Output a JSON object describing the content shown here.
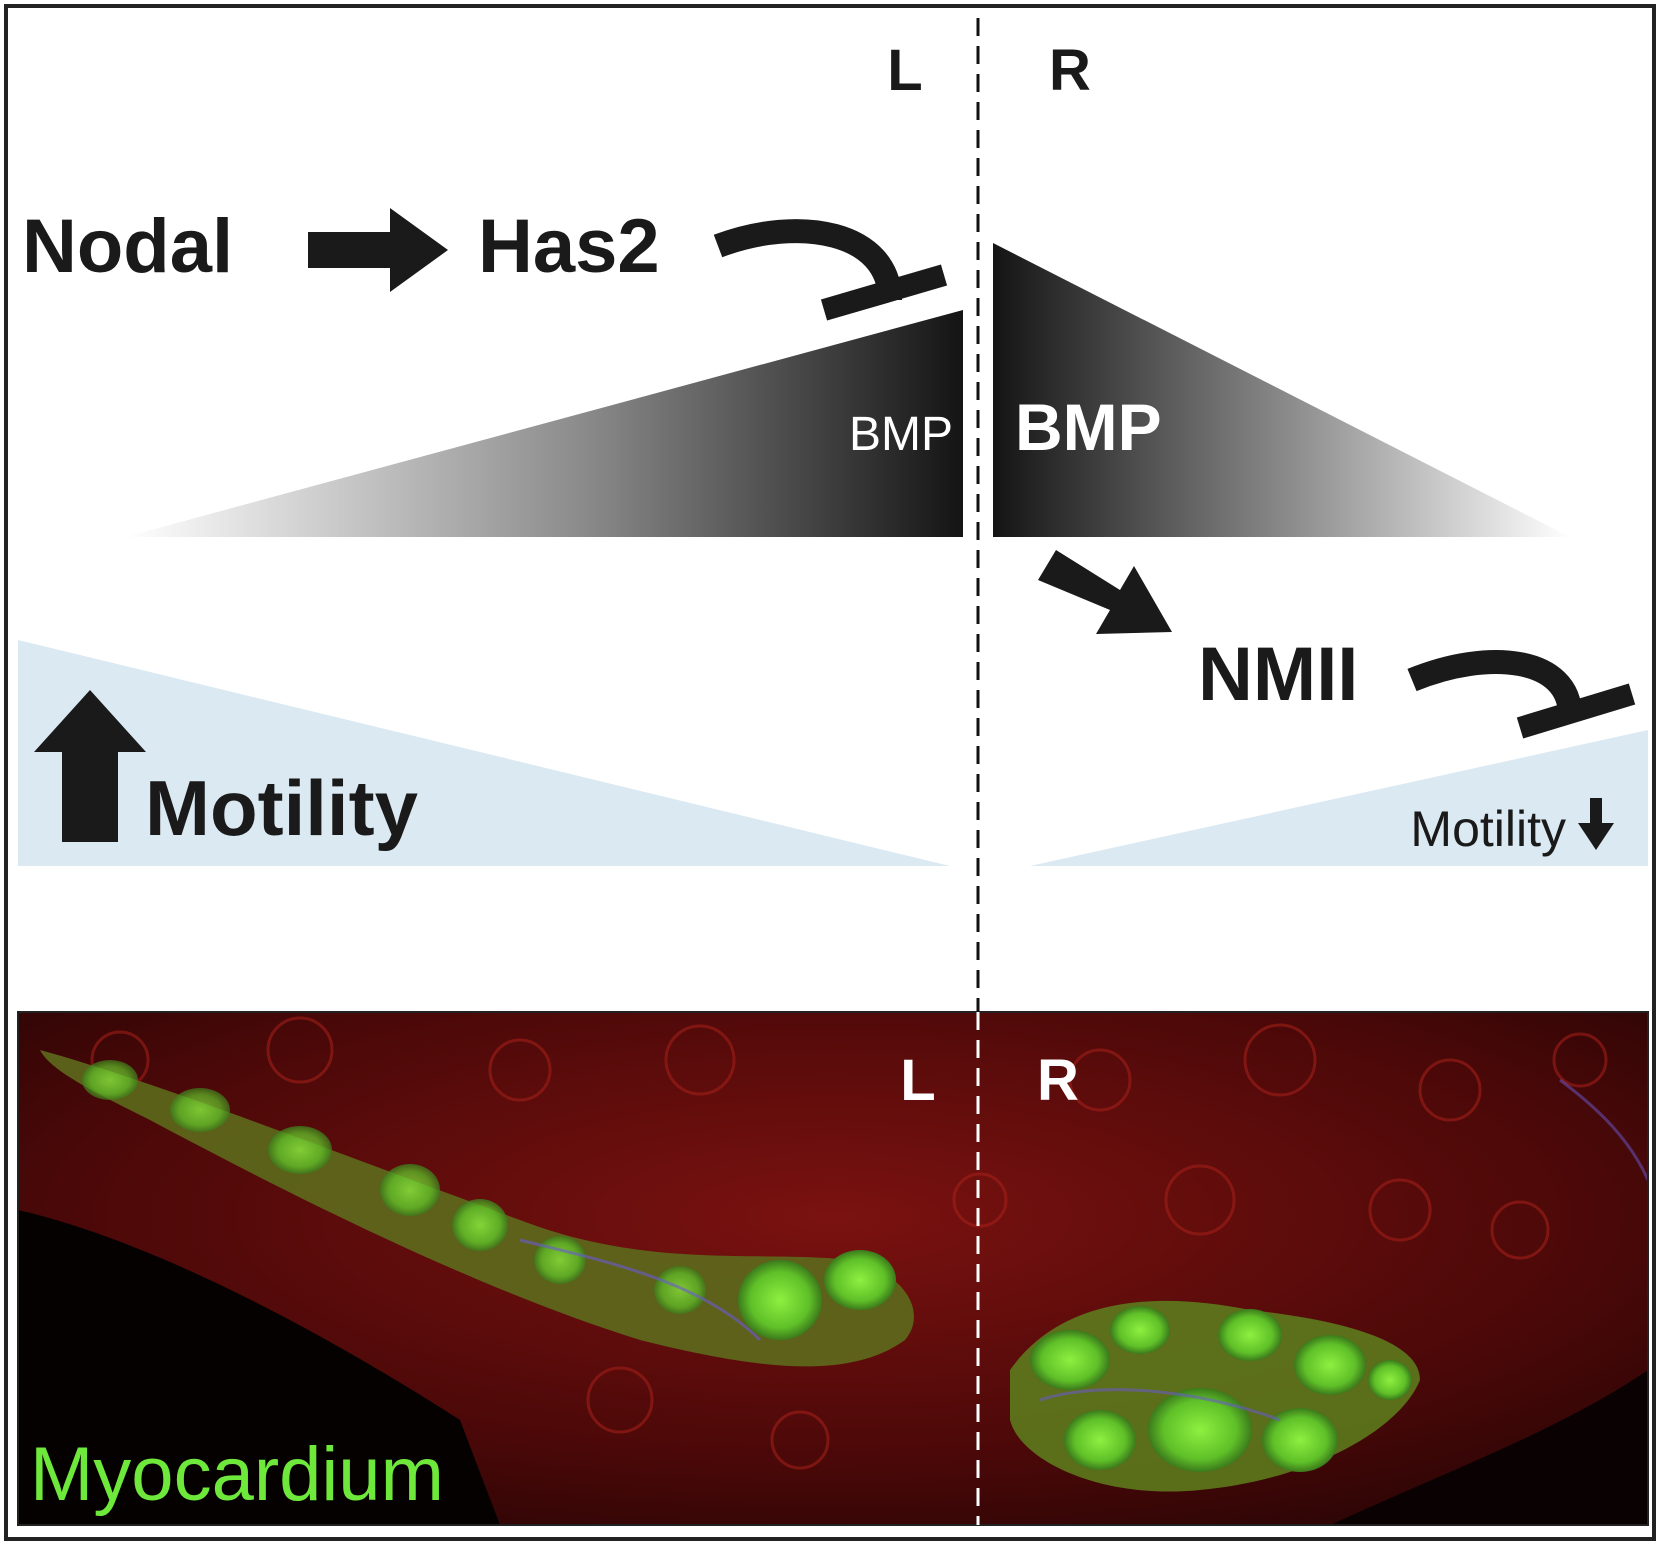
{
  "top_panel": {
    "side_labels": {
      "left": "L",
      "right": "R"
    },
    "pathway": {
      "nodal": "Nodal",
      "has2": "Has2",
      "nmii": "NMII"
    },
    "bmp": {
      "left_label": "BMP",
      "right_label": "BMP"
    },
    "motility": {
      "left_label": "Motility",
      "left_direction": "up",
      "right_label": "Motility",
      "right_direction": "down"
    }
  },
  "image_panel": {
    "side_labels": {
      "left": "L",
      "right": "R"
    },
    "caption": "Myocardium"
  },
  "colors": {
    "text": "#1a1a1a",
    "gradient_dark": "#1a1a1a",
    "motility_fill": "#dbe9f2",
    "tissue_red": "#8a1410",
    "myocardium_green": "#7ef23a",
    "caption_green": "#6ee83a"
  }
}
